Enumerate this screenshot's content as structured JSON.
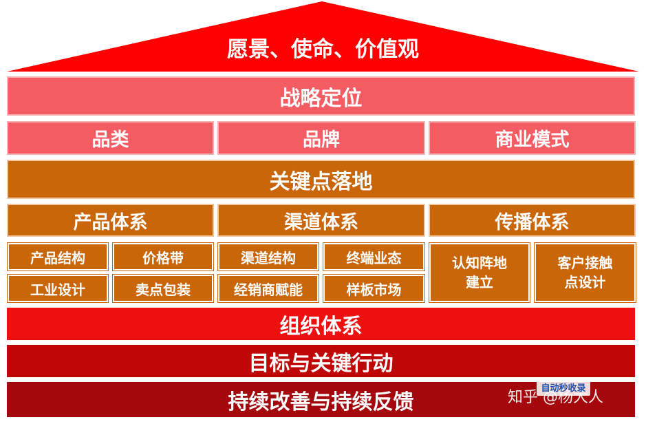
{
  "roof": {
    "label": "愿景、使命、价值观"
  },
  "strategy": {
    "label": "战略定位"
  },
  "pillars_top": [
    "品类",
    "品牌",
    "商业模式"
  ],
  "key_points": {
    "label": "关键点落地"
  },
  "systems": [
    "产品体系",
    "渠道体系",
    "传播体系"
  ],
  "product_items": [
    "产品结构",
    "价格带",
    "工业设计",
    "卖点包装"
  ],
  "channel_items": [
    "渠道结构",
    "终端业态",
    "经销商赋能",
    "样板市场"
  ],
  "comm_items": [
    "认知阵地\n建立",
    "客户接触\n点设计"
  ],
  "organization": {
    "label": "组织体系"
  },
  "okr": {
    "label": "目标与关键行动"
  },
  "improvement": {
    "label": "持续改善与持续反馈"
  },
  "watermark": {
    "text": "知乎 @杨大人",
    "logo_text": "自动秒收录"
  },
  "colors": {
    "roof": "#ff0000",
    "pink": "#f45c63",
    "orange": "#c9660a",
    "red": "#ee0f0f",
    "dark_red": "#c00707",
    "maroon": "#a4080c"
  }
}
